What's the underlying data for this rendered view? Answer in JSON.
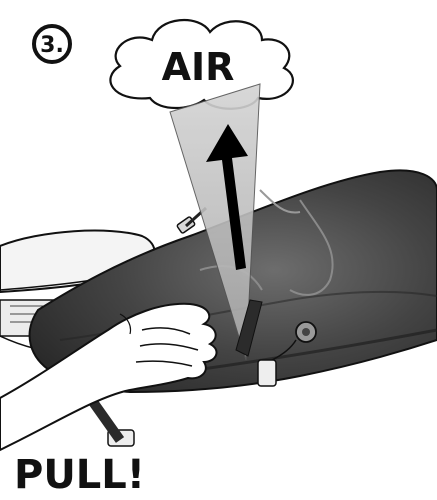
{
  "step": {
    "number": "3."
  },
  "cloud": {
    "label": "AIR"
  },
  "action": {
    "label": "PULL!"
  },
  "colors": {
    "ink": "#111111",
    "bag_dark": "#3a3a3a",
    "bag_mid": "#5a5a5a",
    "bag_light": "#7a7a7a",
    "cone": "#c9c9c9",
    "arrow": "#000000",
    "skin": "#ffffff",
    "seat": "#f2f2f2"
  },
  "icons": [
    "step-number-badge",
    "cloud-icon",
    "air-flow-cone",
    "up-arrow-icon",
    "hand-icon",
    "seat-icon",
    "saddle-bag-icon",
    "valve-icon",
    "buckle-icon"
  ]
}
